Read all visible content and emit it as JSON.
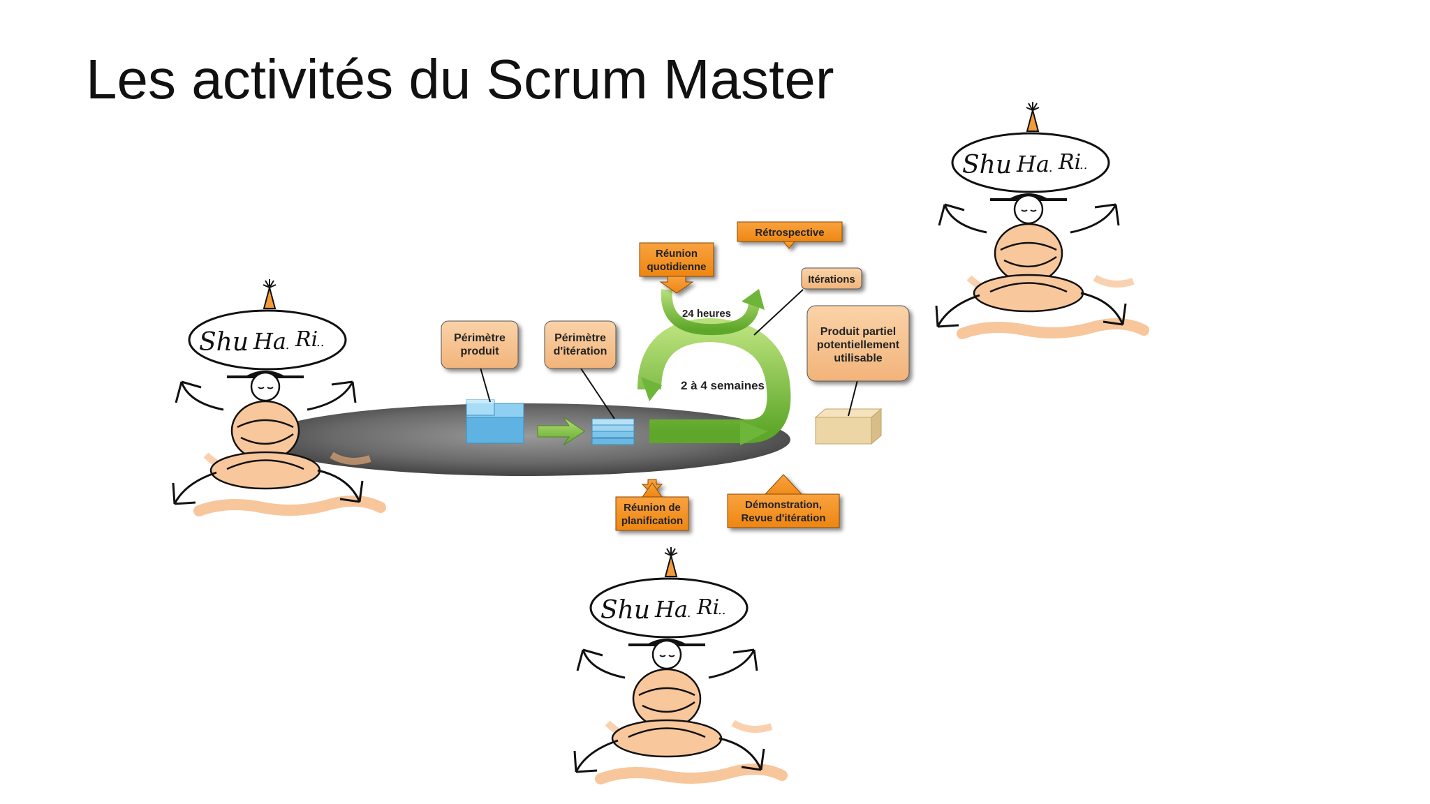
{
  "slide": {
    "title": "Les activités du Scrum Master"
  },
  "diagram": {
    "perimetre_produit": [
      "Périmètre",
      "produit"
    ],
    "perimetre_iteration": [
      "Périmètre",
      "d'itération"
    ],
    "reunion_quotidienne": [
      "Réunion",
      "quotidienne"
    ],
    "retrospective": "Rétrospective",
    "iterations": "Itérations",
    "produit_partiel": [
      "Produit partiel",
      "potentiellement",
      "utilisable"
    ],
    "vingt_quatre_heures": "24 heures",
    "deux_a_quatre_semaines": "2 à 4 semaines",
    "reunion_planification": [
      "Réunion de",
      "planification"
    ],
    "demonstration": [
      "Démonstration,",
      "Revue d'itération"
    ]
  },
  "figures": {
    "speech": [
      "Shu",
      "Ha",
      "Ri"
    ],
    "speech_sep": ".."
  },
  "colors": {
    "orange_box": "#f7931e",
    "peach_box": "#f6c08f",
    "green_arrow": "#7dc242",
    "blue_stack": "#7fc5ea",
    "disc": "#6f6f6f"
  }
}
